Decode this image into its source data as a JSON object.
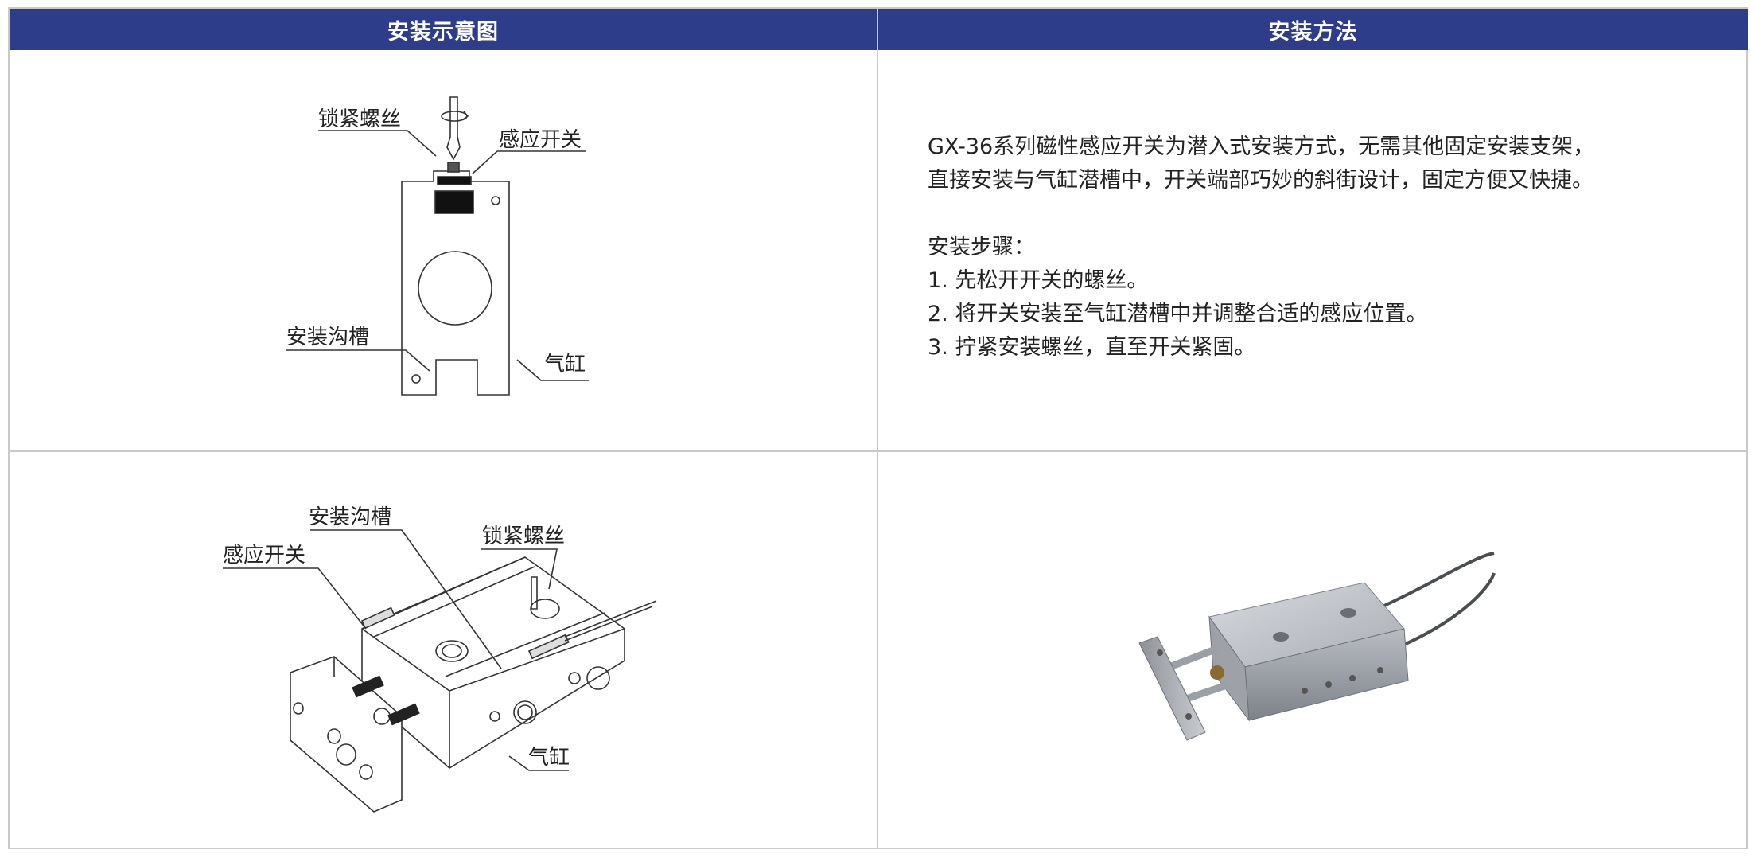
{
  "headers": {
    "left": "安装示意图",
    "right": "安装方法"
  },
  "diagram_top": {
    "labels": {
      "lock_screw": "锁紧螺丝",
      "sensor_switch": "感应开关",
      "install_groove": "安装沟槽",
      "cylinder": "气缸"
    }
  },
  "diagram_bottom": {
    "labels": {
      "install_groove": "安装沟槽",
      "lock_screw": "锁紧螺丝",
      "sensor_switch": "感应开关",
      "cylinder": "气缸"
    }
  },
  "method": {
    "intro_line1": "GX-36系列磁性感应开关为潜入式安装方式，无需其他固定安装支架，",
    "intro_line2": "直接安装与气缸潜槽中，开关端部巧妙的斜街设计，固定方便又快捷。",
    "steps_title": "安装步骤：",
    "steps": [
      "1. 先松开开关的螺丝。",
      "2. 将开关安装至气缸潜槽中并调整合适的感应位置。",
      "3. 拧紧安装螺丝，直至开关紧固。"
    ]
  },
  "photo": {
    "alt": "",
    "colors": {
      "body": "#b8bcc2",
      "shadow": "#7d8289",
      "cable": "#4a4d52"
    }
  }
}
